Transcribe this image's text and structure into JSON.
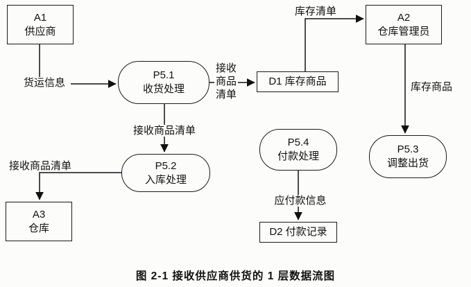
{
  "diagram": {
    "caption": "图 2-1  接收供应商供货的 1 层数据流图",
    "nodes": {
      "a1": {
        "id": "A1",
        "name": "供应商"
      },
      "a2": {
        "id": "A2",
        "name": "仓库管理员"
      },
      "a3": {
        "id": "A3",
        "name": "仓库"
      },
      "p51": {
        "id": "P5.1",
        "name": "收货处理"
      },
      "p52": {
        "id": "P5.2",
        "name": "入库处理"
      },
      "p53": {
        "id": "P5.3",
        "name": "调整出货"
      },
      "p54": {
        "id": "P5.4",
        "name": "付款处理"
      },
      "d1": {
        "name": "D1 库存商品"
      },
      "d2": {
        "name": "D2 付款记录"
      }
    },
    "flows": {
      "shipping_info": "货运信息",
      "receive_goods_list_p51_d1": "接收商品清单",
      "inventory_list": "库存清单",
      "inventory_goods": "库存商品",
      "receive_goods_list_p51_p52": "接收商品清单",
      "receive_goods_list_p52_a3": "接收商品清单",
      "payable_info": "应付款信息"
    }
  }
}
